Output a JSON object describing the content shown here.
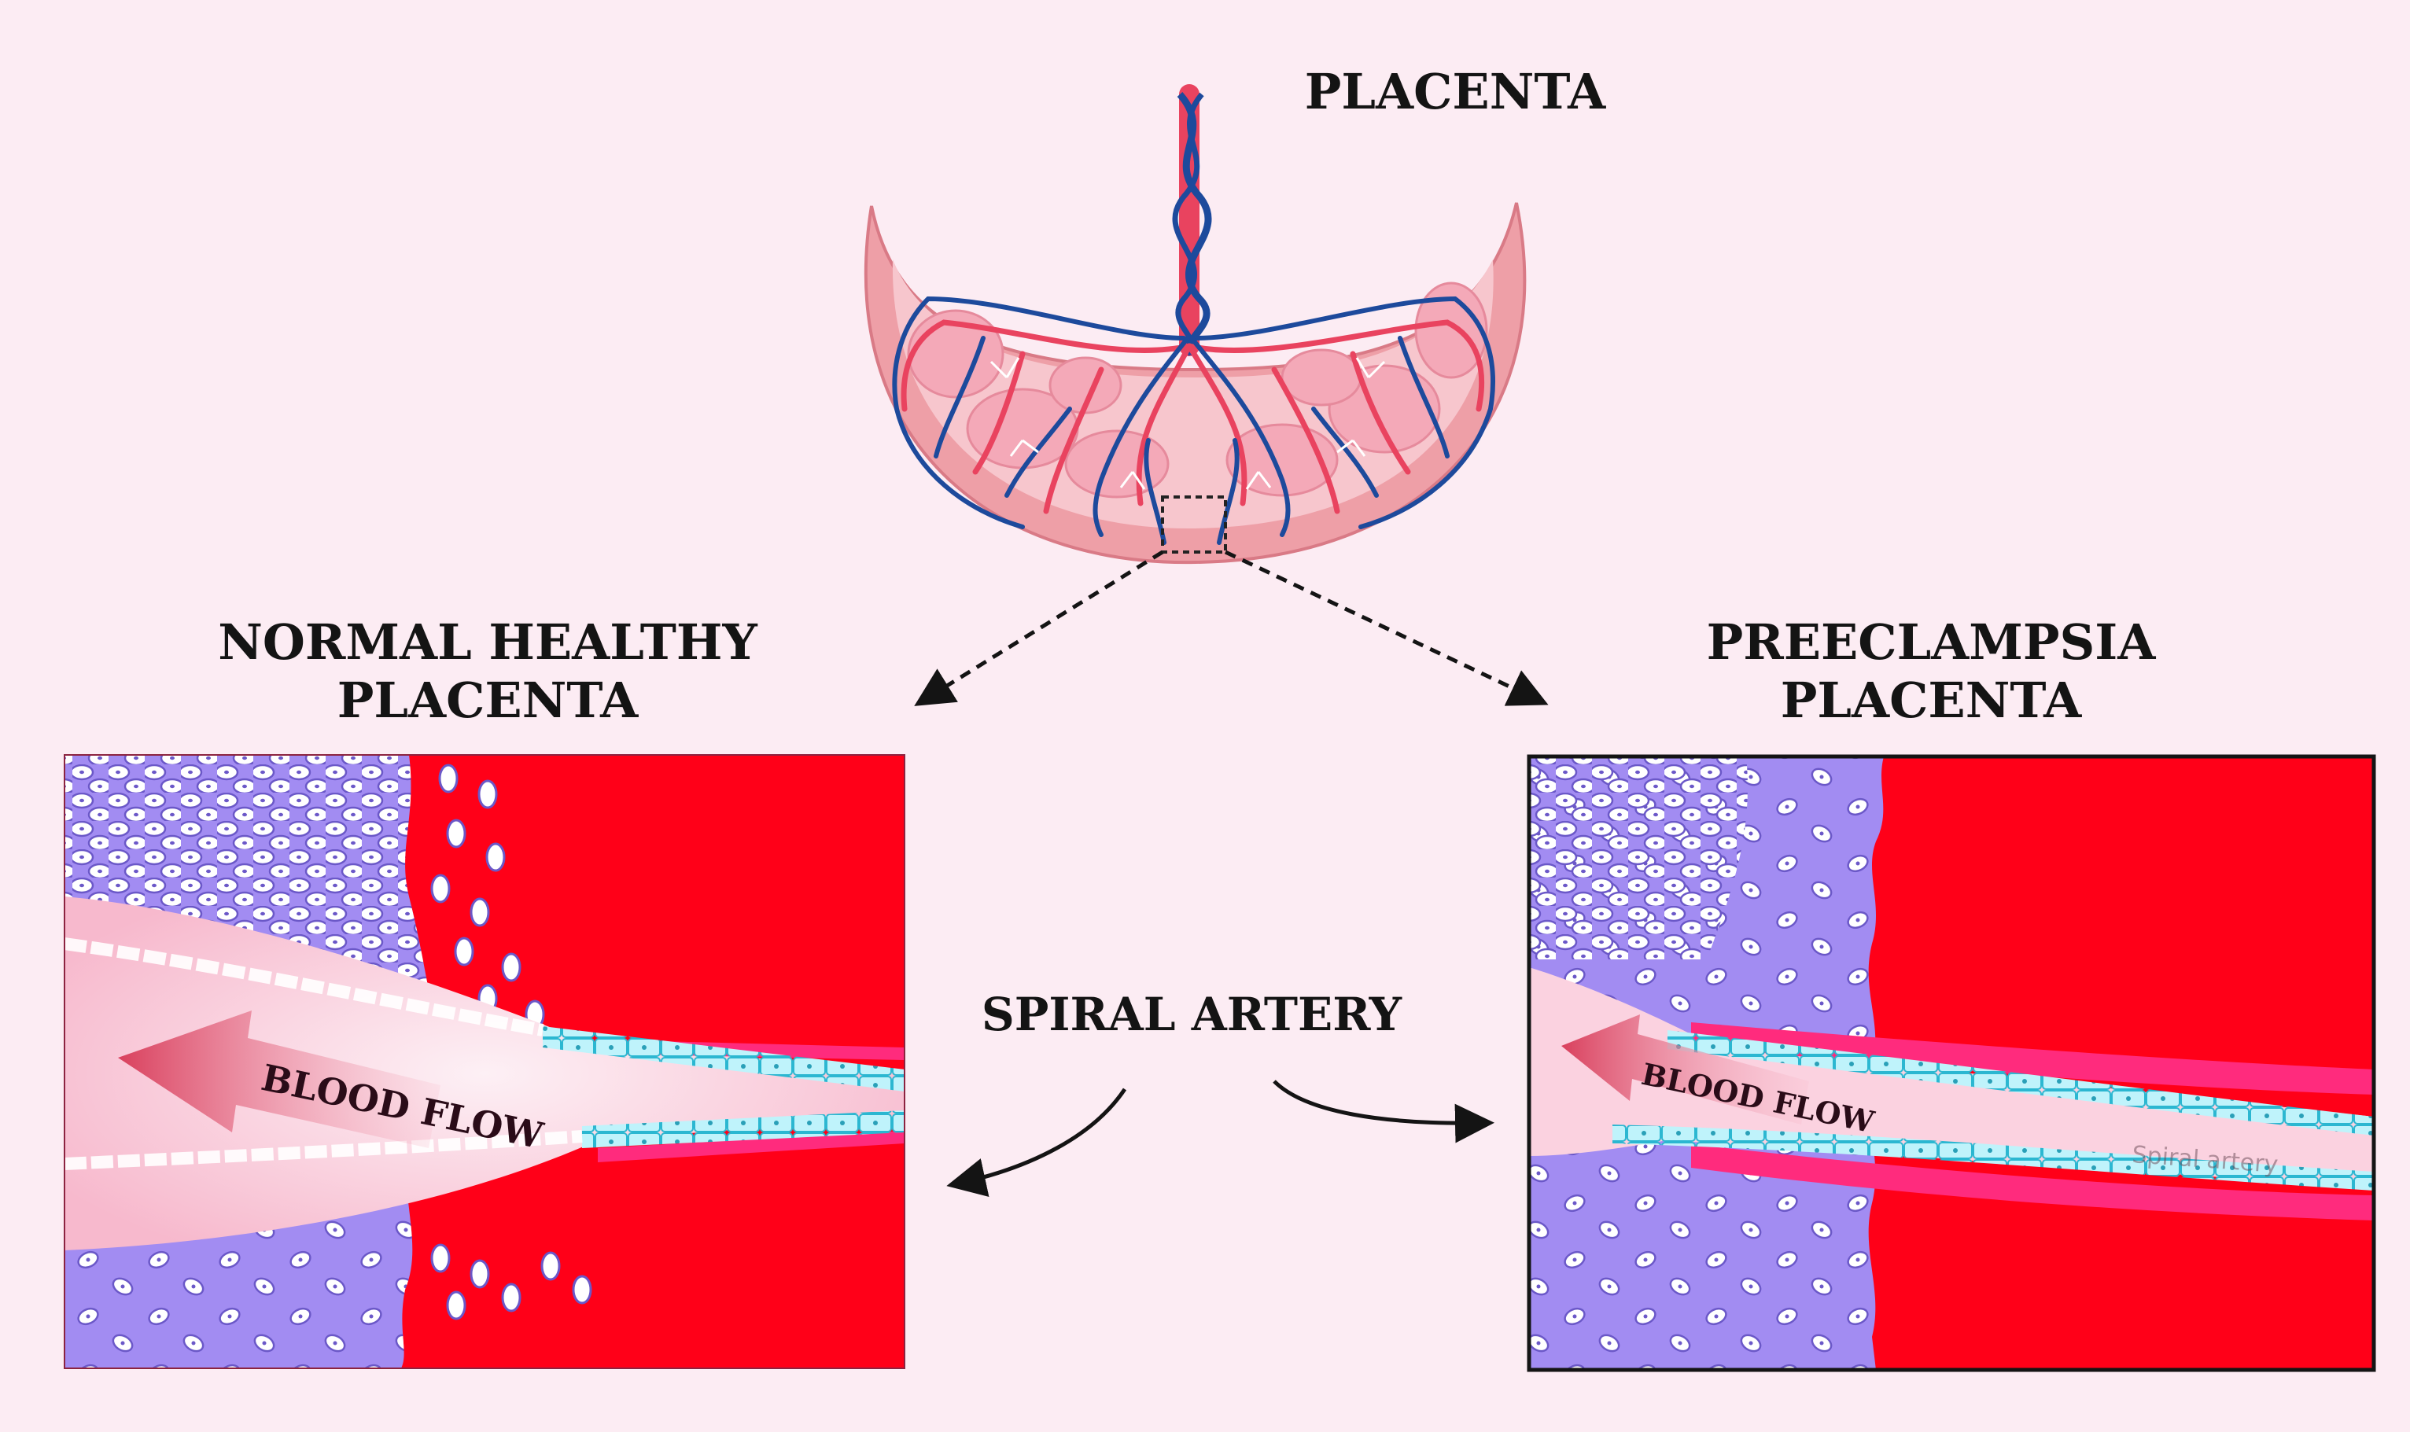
{
  "labels": {
    "placenta": "PLACENTA",
    "normal_line1": "NORMAL HEALTHY",
    "normal_line2": "PLACENTA",
    "pre_line1": "PREECLAMPSIA",
    "pre_line2": "PLACENTA",
    "spiral_artery": "SPIRAL ARTERY",
    "blood_flow_left": "BLOOD FLOW",
    "blood_flow_right": "BLOOD FLOW",
    "faint_text": "Spiral artery"
  },
  "colors": {
    "background": "#fcecf3",
    "placenta_outer": "#ee9fa7",
    "placenta_inner": "#f7c6cd",
    "artery": "#e9435f",
    "vein": "#1d4a9c",
    "decidua": "#a28cf2",
    "blood": "#ff0018",
    "vessel_wall": "#ff2b7d",
    "lumen": "#fbd2e0",
    "endothelium": "#8fe6f4",
    "arrow": "#d9405d"
  }
}
